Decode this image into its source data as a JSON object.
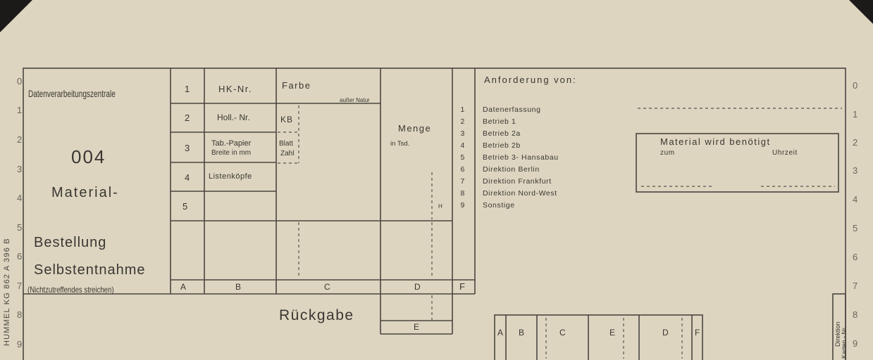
{
  "header": {
    "center_name": "Datenverarbeitungszentrale",
    "form_number": "004",
    "title_line1": "Material-",
    "title_line2": "Bestellung",
    "title_line3": "Selbstentnahme",
    "note": "(Nichtzutreffendes streichen)",
    "printer_imprint": "HUMMEL KG  862  A 396 B"
  },
  "fields": [
    {
      "num": "1",
      "label": "HK-Nr."
    },
    {
      "num": "2",
      "label": "Holl.- Nr."
    },
    {
      "num": "3",
      "label": "Tab.-Papier",
      "sub": "Breite in mm"
    },
    {
      "num": "4",
      "label": "Listenköpfe"
    },
    {
      "num": "5",
      "label": ""
    }
  ],
  "farbe": {
    "label": "Farbe",
    "sub": "außer Natur"
  },
  "kb_label": "KB",
  "blatt": {
    "line1": "Blatt",
    "line2": "Zahl"
  },
  "menge": {
    "label": "Menge",
    "sub": "in Tsd.",
    "h": "H"
  },
  "bottom_cols": [
    "A",
    "B",
    "C",
    "D",
    "F"
  ],
  "rueckgabe": {
    "label": "Rückgabe",
    "col": "E"
  },
  "anforderung": {
    "title": "Anforderung von:",
    "items": [
      {
        "num": "1",
        "label": "Datenerfassung"
      },
      {
        "num": "2",
        "label": "Betrieb 1"
      },
      {
        "num": "3",
        "label": "Betrieb 2a"
      },
      {
        "num": "4",
        "label": "Betrieb 2b"
      },
      {
        "num": "5",
        "label": "Betrieb 3- Hansabau"
      },
      {
        "num": "6",
        "label": "Direktion Berlin"
      },
      {
        "num": "7",
        "label": "Direktion Frankfurt"
      },
      {
        "num": "8",
        "label": "Direktion Nord-West"
      },
      {
        "num": "9",
        "label": "Sonstige"
      }
    ]
  },
  "material_box": {
    "title": "Material wird benötigt",
    "zum": "zum",
    "uhrzeit": "Uhrzeit"
  },
  "strip": {
    "cols": [
      "A",
      "B",
      "C",
      "E",
      "D",
      "F"
    ]
  },
  "right_vertical": {
    "line1": "Direktion",
    "line2": "Karten - Nr."
  },
  "row_digits": [
    "0",
    "1",
    "2",
    "3",
    "4",
    "5",
    "6",
    "7",
    "8",
    "9"
  ]
}
